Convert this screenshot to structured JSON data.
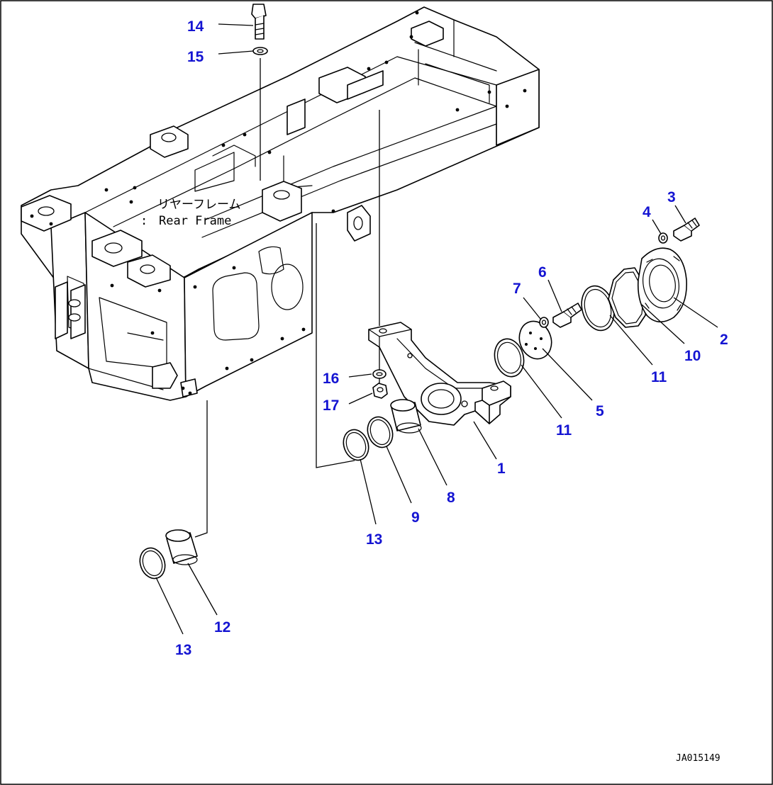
{
  "frame_label": {
    "japanese": "リヤーフレーム",
    "english": "Rear Frame"
  },
  "drawing_id": "JA015149",
  "callouts": [
    {
      "id": "c14",
      "label": "14"
    },
    {
      "id": "c15",
      "label": "15"
    },
    {
      "id": "c3",
      "label": "3"
    },
    {
      "id": "c4",
      "label": "4"
    },
    {
      "id": "c6",
      "label": "6"
    },
    {
      "id": "c7",
      "label": "7"
    },
    {
      "id": "c2",
      "label": "2"
    },
    {
      "id": "c10",
      "label": "10"
    },
    {
      "id": "c11a",
      "label": "11"
    },
    {
      "id": "c5",
      "label": "5"
    },
    {
      "id": "c11b",
      "label": "11"
    },
    {
      "id": "c16",
      "label": "16"
    },
    {
      "id": "c17",
      "label": "17"
    },
    {
      "id": "c1",
      "label": "1"
    },
    {
      "id": "c8",
      "label": "8"
    },
    {
      "id": "c9",
      "label": "9"
    },
    {
      "id": "c13a",
      "label": "13"
    },
    {
      "id": "c12",
      "label": "12"
    },
    {
      "id": "c13b",
      "label": "13"
    }
  ]
}
